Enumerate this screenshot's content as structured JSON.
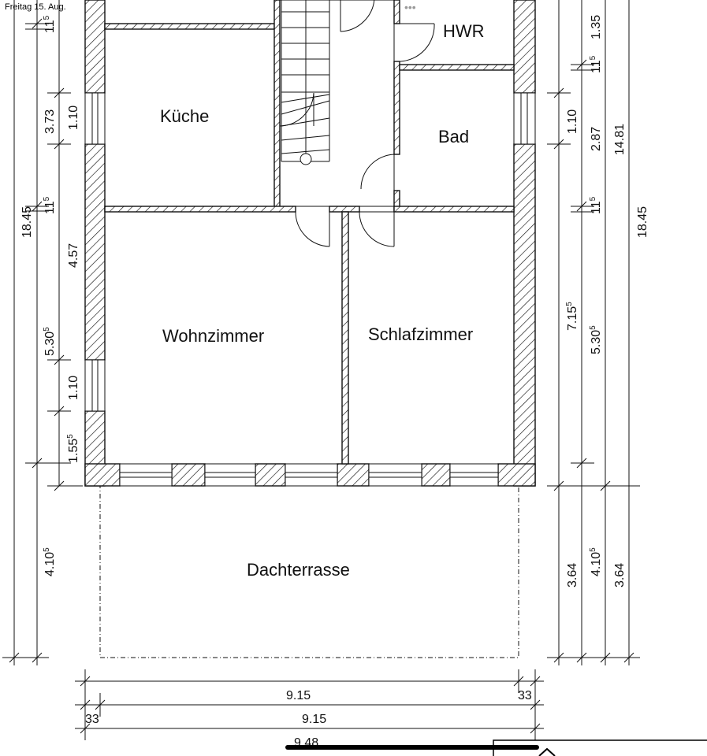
{
  "status_bar": {
    "date": "Freitag 15. Aug."
  },
  "window": {
    "dots": "•••"
  },
  "rooms": {
    "hwr": "HWR",
    "kueche": "Küche",
    "bad": "Bad",
    "wohnzimmer": "Wohnzimmer",
    "schlafzimmer": "Schlafzimmer",
    "dachterrasse": "Dachterrasse"
  },
  "dimensions": {
    "left_outer": {
      "total": "18.45",
      "upper": "4.10",
      "upper_sup": "5"
    },
    "left_inner": {
      "d1": "11",
      "d1_sup": "5",
      "d2": "3.73",
      "d3": "11",
      "d3_sup": "5",
      "d4": "5.30",
      "d4_sup": "5"
    },
    "left_window": {
      "w1": "1.10",
      "w2": "4.57",
      "w3": "1.10",
      "w4": "1.55",
      "w4_sup": "5"
    },
    "right_1": {
      "a": "1.10",
      "b": "7.15",
      "b_sup": "5",
      "c": "3.64"
    },
    "right_2": {
      "a": "1.35",
      "b": "11",
      "b_sup": "5",
      "c": "2.87",
      "d": "11",
      "d_sup": "5",
      "e": "5.30",
      "e_sup": "5",
      "f": "4.10",
      "f_sup": "5"
    },
    "right_3": {
      "a": "14.81",
      "b": "3.64"
    },
    "right_4": {
      "total": "18.45"
    },
    "bottom": {
      "row1": "9.15",
      "row1_end": "33",
      "row2_start": "33",
      "row2": "9.15",
      "row3": "9.48"
    }
  }
}
